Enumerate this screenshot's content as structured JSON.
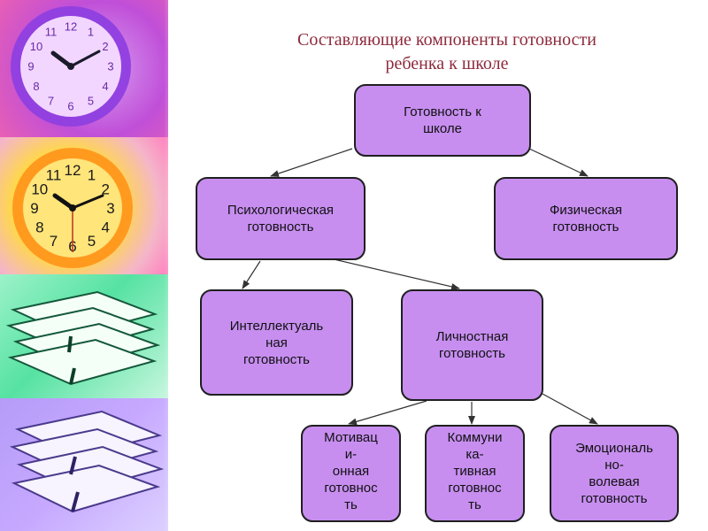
{
  "title": {
    "line1": "Составляющие компоненты готовности",
    "line2": "ребенка к школе"
  },
  "nodes": {
    "readiness": "Готовность к\nшколе",
    "psychological": "Психологическая\nготовность",
    "physical": "Физическая\nготовность",
    "intellectual": "Интеллектуаль\nная\nготовность",
    "personal": "Личностная\nготовность",
    "motivational": "Мотивац\nи-\nонная\nготовнос\nть",
    "communicative": "Коммуни\nка-\nтивная\nготовнос\nть",
    "emotional": "Эмоциональ\nно-\nволевая\nготовность"
  },
  "edges": [
    [
      "readiness",
      "psychological"
    ],
    [
      "readiness",
      "physical"
    ],
    [
      "psychological",
      "intellectual"
    ],
    [
      "psychological",
      "personal"
    ],
    [
      "personal",
      "motivational"
    ],
    [
      "personal",
      "communicative"
    ],
    [
      "personal",
      "emotional"
    ]
  ],
  "colors": {
    "box_fill": "#c78ef0",
    "box_border": "#1f1f1f",
    "title": "#8e2a3c",
    "connector": "#333333"
  },
  "decor": {
    "clock_1_numerals": [
      "12",
      "1",
      "2",
      "3",
      "4",
      "5",
      "6",
      "7",
      "8",
      "9",
      "10",
      "11"
    ],
    "clock_2_numerals": [
      "12",
      "1",
      "2",
      "3",
      "4",
      "5",
      "6",
      "7",
      "8",
      "9",
      "10",
      "11"
    ]
  }
}
